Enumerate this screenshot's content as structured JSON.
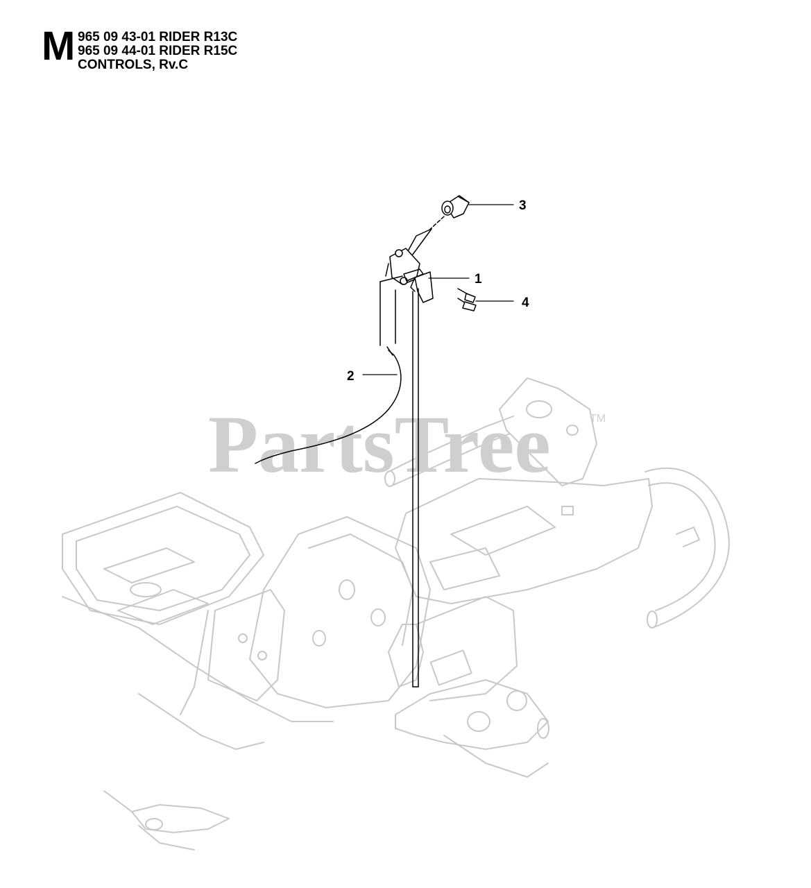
{
  "header": {
    "section_letter": "M",
    "lines": [
      "965 09 43-01 RIDER R13C",
      "965 09 44-01 RIDER R15C",
      "CONTROLS, Rv.C"
    ]
  },
  "watermark": {
    "text": "PartsTree",
    "trademark": "TM"
  },
  "callouts": [
    "1",
    "2",
    "3",
    "4"
  ],
  "colors": {
    "ink": "#000000",
    "frame_ghost": "#c8c8c8",
    "watermark": "#cfcfcf"
  }
}
